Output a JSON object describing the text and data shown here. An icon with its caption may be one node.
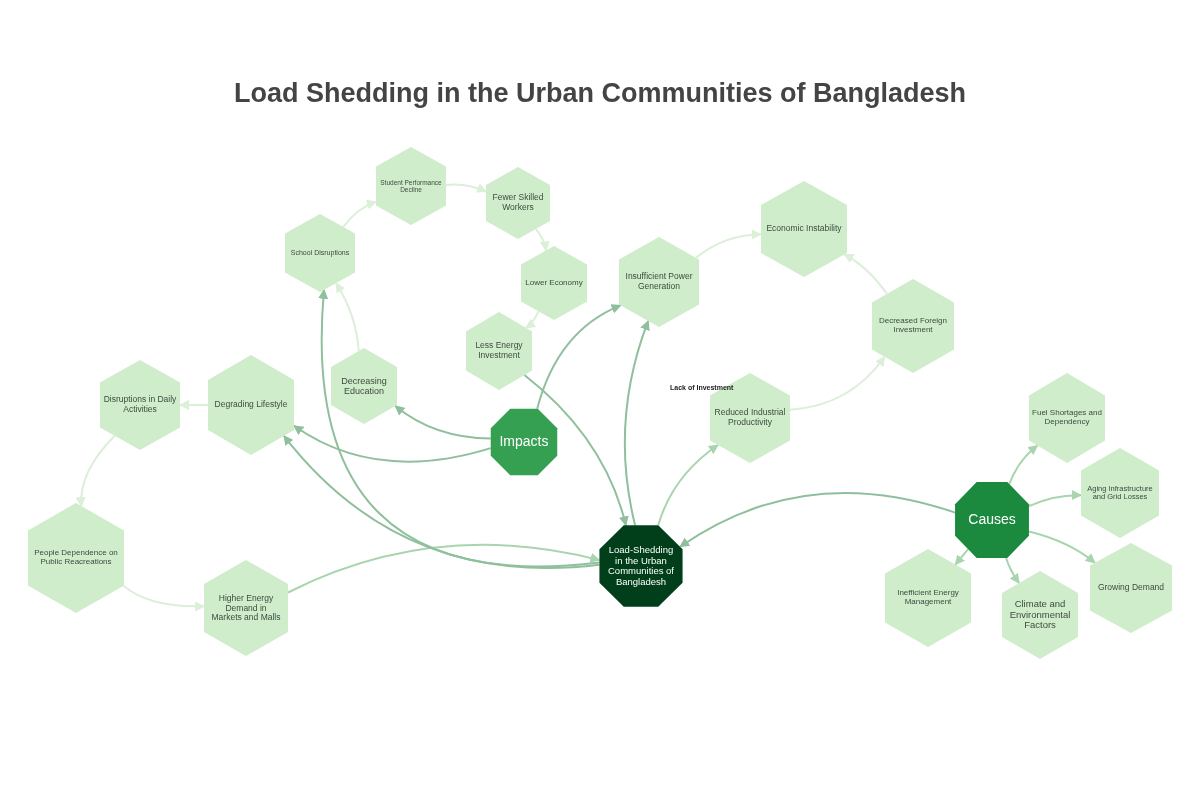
{
  "diagram": {
    "title": "Load Shedding in the Urban Communities of Bangladesh",
    "nodes": [
      {
        "text": [
          "Load-Shedding in the Urban Communities of Bangladesh"
        ]
      },
      {
        "text": [
          "Impacts"
        ]
      },
      {
        "text": [
          "Causes"
        ]
      },
      {
        "text": [
          "School Disruptions"
        ]
      },
      {
        "text": [
          "Student Performance Decline"
        ]
      },
      {
        "text": [
          "Fewer Skilled Workers"
        ]
      },
      {
        "text": [
          "Lower Economy"
        ]
      },
      {
        "text": [
          "Less Energy Investment"
        ]
      },
      {
        "text": [
          "Insufficient Power Generation"
        ]
      },
      {
        "text": [
          "Economic Instability"
        ]
      },
      {
        "text": [
          "Decreased Foreign Investment"
        ]
      },
      {
        "text": [
          "Disruptions in Daily Activities"
        ]
      },
      {
        "text": [
          "Degrading Lifestyle"
        ]
      },
      {
        "text": [
          "Decreasing Education"
        ]
      },
      {
        "text": [
          "Reduced Industrial Productivity"
        ]
      },
      {
        "text": [
          "People Dependence on Public Reacreations"
        ]
      },
      {
        "text": [
          "Higher Energy Demand in Markets and Malls"
        ]
      },
      {
        "text": [
          "Fuel Shortages and Dependency"
        ]
      },
      {
        "text": [
          "Aging Infrastructure and Grid Losses"
        ]
      },
      {
        "text": [
          "Growing Demand"
        ]
      },
      {
        "text": [
          "Inefficient Energy Management"
        ]
      },
      {
        "text": [
          "Climate and Environmental Factors"
        ]
      }
    ],
    "edges": [
      {
        "from": 1,
        "to": 13,
        "arrow": "to",
        "color": "#8fbf9c"
      },
      {
        "from": 1,
        "to": 12,
        "arrow": "to",
        "color": "#8fbf9c"
      },
      {
        "from": 1,
        "to": 8,
        "arrow": "to",
        "color": "#8fbf9c"
      },
      {
        "from": 13,
        "to": 3,
        "arrow": "to"
      },
      {
        "from": 3,
        "to": 4,
        "arrow": "to"
      },
      {
        "from": 4,
        "to": 5,
        "arrow": "to"
      },
      {
        "from": 5,
        "to": 6,
        "arrow": "to"
      },
      {
        "from": 6,
        "to": 7,
        "arrow": "to"
      },
      {
        "from": 7,
        "to": 0,
        "arrow": "to",
        "color": "#8fbf9c"
      },
      {
        "from": 0,
        "to": 8,
        "arrow": "to",
        "color": "#8fbf9c"
      },
      {
        "from": 8,
        "to": 9,
        "arrow": "to"
      },
      {
        "from": 10,
        "to": 9,
        "arrow": "to"
      },
      {
        "from": 14,
        "to": 10,
        "arrow": "to"
      },
      {
        "from": 0,
        "to": 14,
        "arrow": "to",
        "color": "#a8d4ae"
      },
      {
        "from": 12,
        "to": 11,
        "arrow": "to"
      },
      {
        "from": 11,
        "to": 15,
        "arrow": "to"
      },
      {
        "from": 15,
        "to": 16,
        "arrow": "to"
      },
      {
        "from": 16,
        "to": 0,
        "arrow": "to",
        "color": "#a8d4ae"
      },
      {
        "from": 0,
        "to": 3,
        "arrow": "to",
        "color": "#8fbf9c"
      },
      {
        "from": 0,
        "to": 12,
        "arrow": "to",
        "color": "#8fbf9c"
      },
      {
        "from": 2,
        "to": 0,
        "arrow": "to",
        "color": "#8fbf9c"
      },
      {
        "from": 2,
        "to": 17,
        "arrow": "to",
        "color": "#a8d4ae"
      },
      {
        "from": 2,
        "to": 18,
        "arrow": "to",
        "color": "#a8d4ae"
      },
      {
        "from": 2,
        "to": 19,
        "arrow": "to",
        "color": "#a8d4ae"
      },
      {
        "from": 2,
        "to": 21,
        "arrow": "to",
        "color": "#a8d4ae"
      },
      {
        "from": 2,
        "to": 20,
        "arrow": "to",
        "color": "#a8d4ae"
      }
    ],
    "labels": [
      "Lack of Investment"
    ]
  }
}
